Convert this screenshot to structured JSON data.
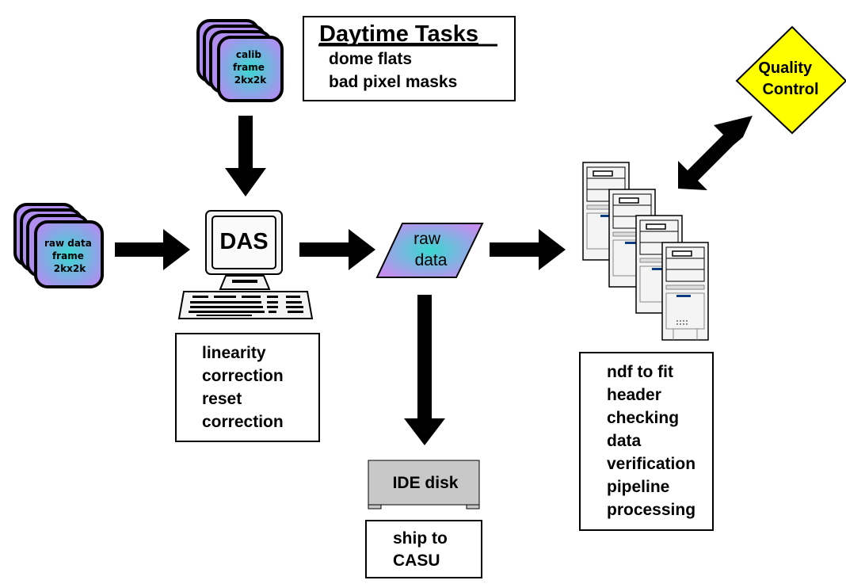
{
  "diagram": {
    "daytime_tasks": {
      "title": "Daytime Tasks",
      "items": [
        "dome flats",
        "bad pixel masks"
      ]
    },
    "calib_frame": {
      "lines": [
        "calib",
        "frame",
        "2kx2k"
      ]
    },
    "raw_frame": {
      "lines": [
        "raw data",
        "frame",
        "2kx2k"
      ]
    },
    "das": {
      "label": "DAS"
    },
    "das_notes": {
      "lines": [
        "linearity",
        "correction",
        "reset",
        "correction"
      ]
    },
    "raw_data": {
      "lines": [
        "raw",
        "data"
      ]
    },
    "ide_disk": {
      "label": "IDE disk"
    },
    "ship": {
      "lines": [
        "ship to",
        "CASU"
      ]
    },
    "processing_notes": {
      "lines": [
        "ndf to fit",
        "header",
        "checking",
        "data",
        "verification",
        "pipeline",
        "processing"
      ]
    },
    "quality_control": {
      "lines": [
        "Quality",
        "Control"
      ]
    },
    "colors": {
      "tile_edge": "#b08ef0",
      "tile_center": "#38d8d0",
      "qc_fill": "#ffff00",
      "disk_fill": "#c8c8c8",
      "server_fill": "#f4f4f4",
      "server_accent": "#0a3c82"
    }
  }
}
